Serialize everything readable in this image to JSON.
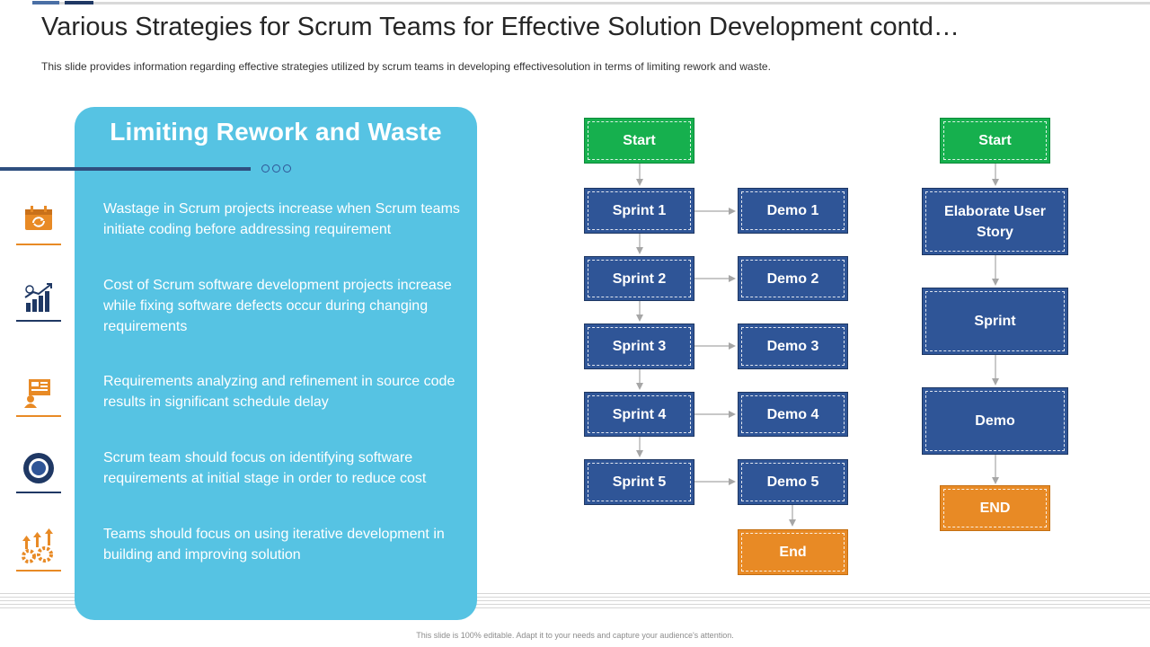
{
  "header": {
    "title": "Various Strategies for Scrum Teams for Effective Solution Development contd…",
    "subtitle": "This slide provides information regarding effective strategies utilized by scrum teams in developing effectivesolution in terms of limiting rework and waste."
  },
  "panel": {
    "title": "Limiting Rework and Waste",
    "points": [
      "Wastage in Scrum projects increase when Scrum teams initiate coding before addressing requirement",
      "Cost of Scrum software development projects increase while fixing software defects occur during changing requirements",
      "Requirements analyzing and refinement in source code results in significant schedule delay",
      "Scrum team should focus on identifying software requirements at initial stage in order to reduce cost",
      "Teams should focus on using iterative development in building and improving solution"
    ],
    "icons": [
      "calendar-refresh-icon",
      "growth-chart-icon",
      "presentation-board-icon",
      "target-ring-icon",
      "gears-growth-icon"
    ]
  },
  "flow1": {
    "start": "Start",
    "sprints": [
      "Sprint 1",
      "Sprint 2",
      "Sprint 3",
      "Sprint 4",
      "Sprint 5"
    ],
    "demos": [
      "Demo 1",
      "Demo 2",
      "Demo 3",
      "Demo 4",
      "Demo 5"
    ],
    "end": "End"
  },
  "flow2": {
    "start": "Start",
    "steps": [
      "Elaborate User Story",
      "Sprint",
      "Demo"
    ],
    "end": "END"
  },
  "footer": {
    "text": "This slide is 100% editable. Adapt it to your needs and capture your audience's attention."
  },
  "colors": {
    "panel": "#56c3e3",
    "box_blue": "#2f5597",
    "box_green": "#16b04e",
    "box_orange": "#e88a25",
    "icon_orange": "#e88a25",
    "icon_navy": "#1f3864"
  }
}
